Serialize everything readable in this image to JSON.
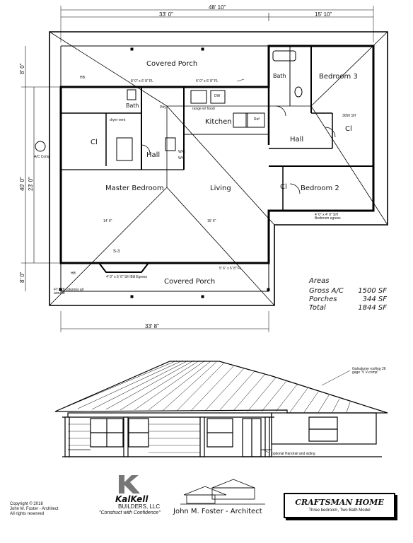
{
  "plan": {
    "dims": {
      "overall_top": "48' 10\"",
      "left_top": "33' 0\"",
      "right_top": "15' 10\"",
      "left_side_top": "8' 0\"",
      "left_side_mid": "40' 0\"",
      "left_side_mid2": "23' 0\"",
      "left_side_bottom": "8' 0\"",
      "bottom": "33' 8\""
    },
    "rooms": {
      "covered_porch_top": "Covered Porch",
      "covered_porch_bottom": "Covered Porch",
      "bath_left": "Bath",
      "bath_right": "Bath",
      "bedroom3": "Bedroom 3",
      "bedroom2": "Bedroom 2",
      "kitchen": "Kitchen",
      "hall_left": "Hall",
      "hall_right": "Hall",
      "master": "Master Bedroom",
      "living": "Living",
      "cl_left": "Cl",
      "cl_right": "Cl",
      "cl_bed2": "Cl",
      "wic": "W/C",
      "pantry": "Ptry"
    },
    "notes": {
      "ac_comp": "A/C Comp",
      "hb_top": "HB",
      "hb_bottom": "HB",
      "ft_columns": "FT 8x8 columns all around",
      "bed_egress": "4' 0\" x 4' 0\" SH Bedroom egress",
      "bill_egress": "4' 0\" x 5' 0\" SH Bill Egress",
      "ref": "Ref",
      "dw": "DW",
      "range": "range w/ hood",
      "wh": "WH",
      "dryer": "dryer vent",
      "s3": "S-3",
      "dim_14_6": "14' 6\"",
      "dim_15_6": "15' 6\"",
      "dim_8_6_door": "8' 0\" x 6' 8\" FL",
      "dim_6_6": "6' 0\" x 6' 8\" FL",
      "dim_5_6": "5' 6\" x 5' 8\" FL",
      "window_note": "3050 SH"
    },
    "areas": {
      "title": "Areas",
      "rows": [
        {
          "label": "Gross A/C",
          "value": "1500 SF"
        },
        {
          "label": "Porches",
          "value": "344 SF"
        },
        {
          "label": "Total",
          "value": "1844 SF"
        }
      ]
    }
  },
  "elevation": {
    "roof_note": "Galvalume roofing 26 gage \"5 V-crimp\"",
    "rail_note": "optional Handrail and siding"
  },
  "footer": {
    "copyright_lines": [
      "Copyright © 2016",
      "John M. Foster - Architect",
      "All rights reserved"
    ],
    "brand_name": "KalKell",
    "brand_sub": "BUILDERS, LLC",
    "brand_tag": "\"Construct with Confidence\"",
    "architect": "John M. Foster - Architect",
    "title": "CRAFTSMAN HOME",
    "subtitle": "Three bedroom, Two Bath Model"
  }
}
